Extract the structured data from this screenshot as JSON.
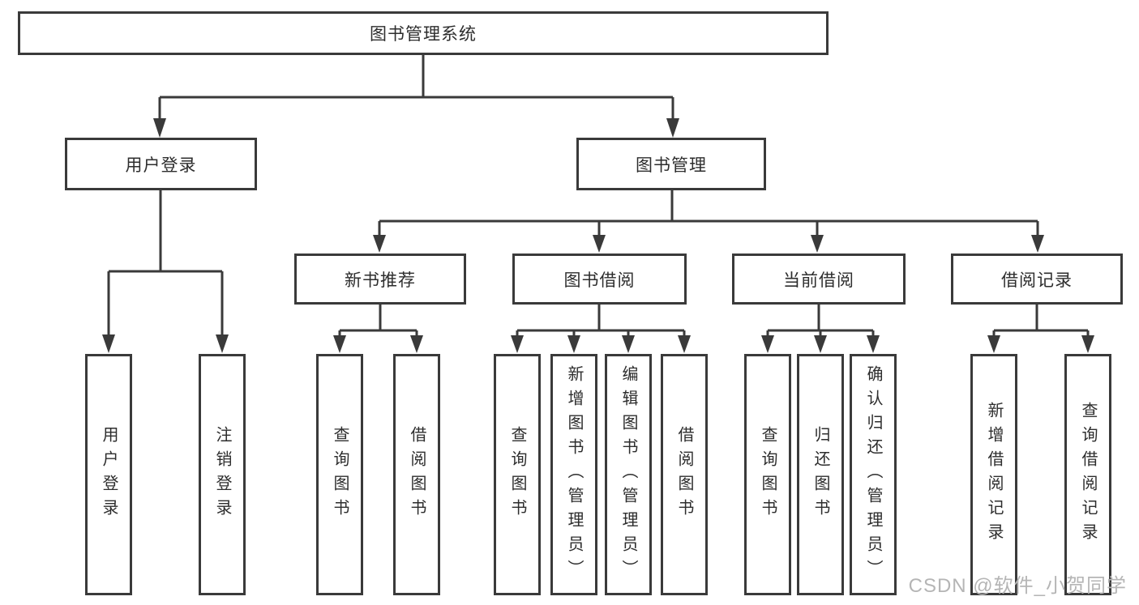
{
  "colors": {
    "line": "#3a3a3a",
    "box_border": "#3a3a3a",
    "box_background": "#ffffff",
    "text": "#2d2d2d",
    "watermark": "#b5b5b5"
  },
  "root": {
    "label": "图书管理系统"
  },
  "level1": {
    "user_login": {
      "label": "用户登录"
    },
    "book_management": {
      "label": "图书管理"
    }
  },
  "level2": {
    "new_book_recommendation": {
      "label": "新书推荐"
    },
    "book_borrowing": {
      "label": "图书借阅"
    },
    "current_borrowing": {
      "label": "当前借阅"
    },
    "borrowing_records": {
      "label": "借阅记录"
    }
  },
  "leaves": {
    "user_login_group": [
      "用户登录",
      "注销登录"
    ],
    "new_book_group": [
      "查询图书",
      "借阅图书"
    ],
    "book_borrowing_group": [
      "查询图书",
      "新增图书（管理员）",
      "编辑图书（管理员）",
      "借阅图书"
    ],
    "current_borrowing_group": [
      "查询图书",
      "归还图书",
      "确认归还（管理员）"
    ],
    "records_group": [
      "新增借阅记录",
      "查询借阅记录"
    ]
  },
  "watermark": "CSDN @软件_小贺同学"
}
